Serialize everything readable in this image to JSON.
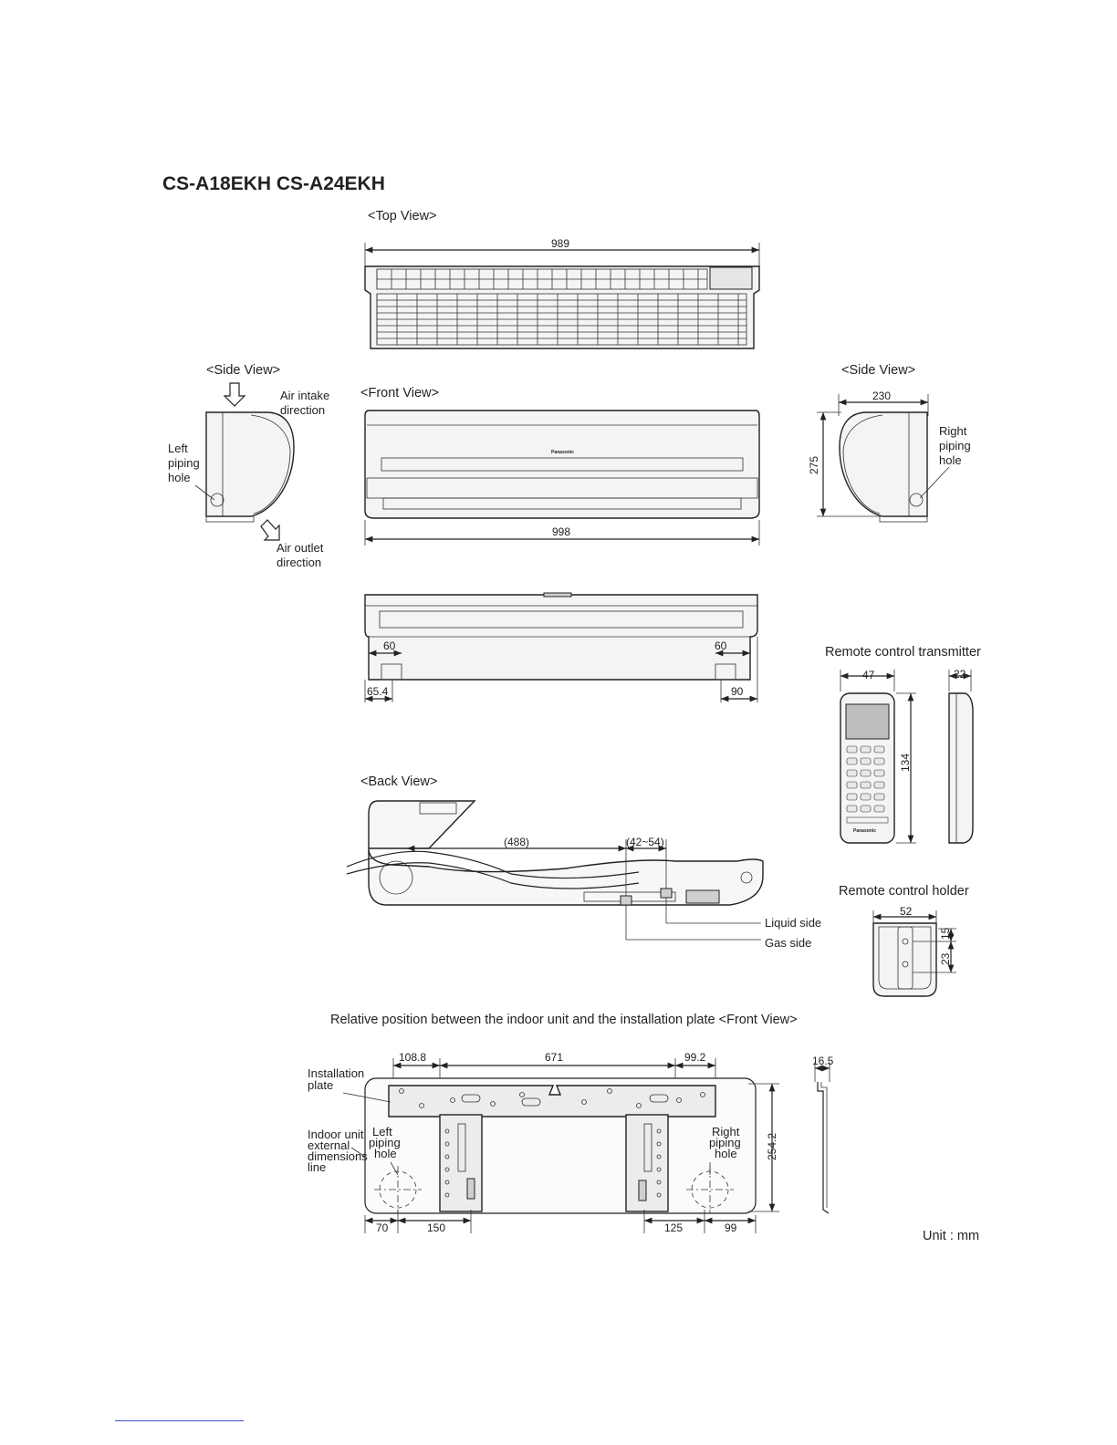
{
  "title": "CS-A18EKH  CS-A24EKH",
  "views": {
    "top": "<Top View>",
    "side_left": "<Side View>",
    "side_right": "<Side View>",
    "front": "<Front View>",
    "back": "<Back View>"
  },
  "labels": {
    "air_intake": [
      "Air intake",
      "direction"
    ],
    "air_outlet": [
      "Air outlet",
      "direction"
    ],
    "left_piping_hole": [
      "Left",
      "piping",
      "hole"
    ],
    "right_piping_hole": [
      "Right",
      "piping",
      "hole"
    ],
    "remote_transmitter": "Remote control transmitter",
    "remote_holder": "Remote control holder",
    "liquid_side": "Liquid side",
    "gas_side": "Gas side",
    "relative_position": "Relative position between the indoor unit and the installation plate <Front View>",
    "installation_plate": [
      "Installation",
      "plate"
    ],
    "indoor_unit_line": [
      "Indoor unit",
      "external",
      "dimensions",
      "line"
    ],
    "plate_left_piping": [
      "Left",
      "piping",
      "hole"
    ],
    "plate_right_piping": [
      "Right",
      "piping",
      "hole"
    ],
    "unit": "Unit : mm"
  },
  "dimensions": {
    "top_width": "989",
    "front_width": "998",
    "side_depth": "230",
    "side_height": "275",
    "bottom_left_60": "60",
    "bottom_right_60": "60",
    "bottom_left_65_4": "65.4",
    "bottom_right_90": "90",
    "back_488": "(488)",
    "back_42_54": "(42~54)",
    "remote_width": "47",
    "remote_depth": "22",
    "remote_height": "134",
    "holder_width": "52",
    "holder_15": "15",
    "holder_23": "23",
    "plate_108_8": "108.8",
    "plate_671": "671",
    "plate_99_2": "99.2",
    "plate_16_5": "16.5",
    "plate_254_2": "254.2",
    "plate_70": "70",
    "plate_150": "150",
    "plate_125": "125",
    "plate_99": "99"
  },
  "brand_text": "Panasonic",
  "colors": {
    "line": "#222222",
    "fill": "#f4f4f4",
    "footer_rule": "#3355cc"
  }
}
